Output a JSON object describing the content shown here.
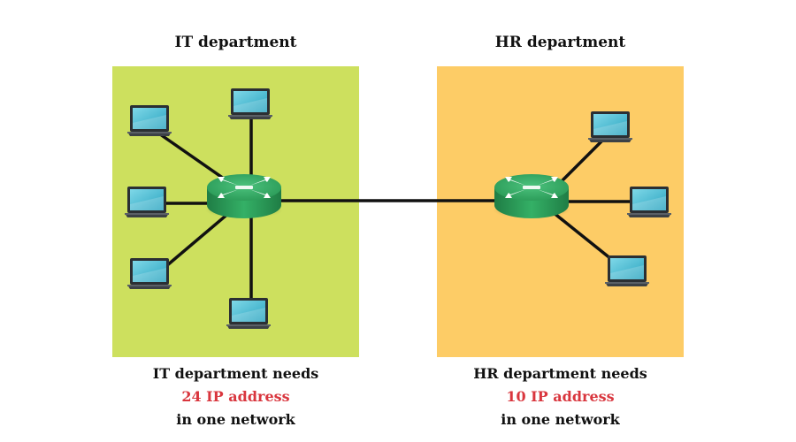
{
  "colors": {
    "it_zone": "#cde05e",
    "hr_zone": "#fdcc66",
    "router": "#2e9e5b",
    "laptop_screen": "#4fc3d8",
    "need_text": "#d9363e"
  },
  "departments": {
    "it": {
      "title": "IT department",
      "line1": "IT department needs",
      "need": "24 IP address",
      "line3": "in one network"
    },
    "hr": {
      "title": "HR department",
      "line1": "HR department needs",
      "need": "10 IP address",
      "line3": "in one network"
    }
  },
  "icons": {
    "router": "router-icon",
    "host": "laptop-icon"
  }
}
